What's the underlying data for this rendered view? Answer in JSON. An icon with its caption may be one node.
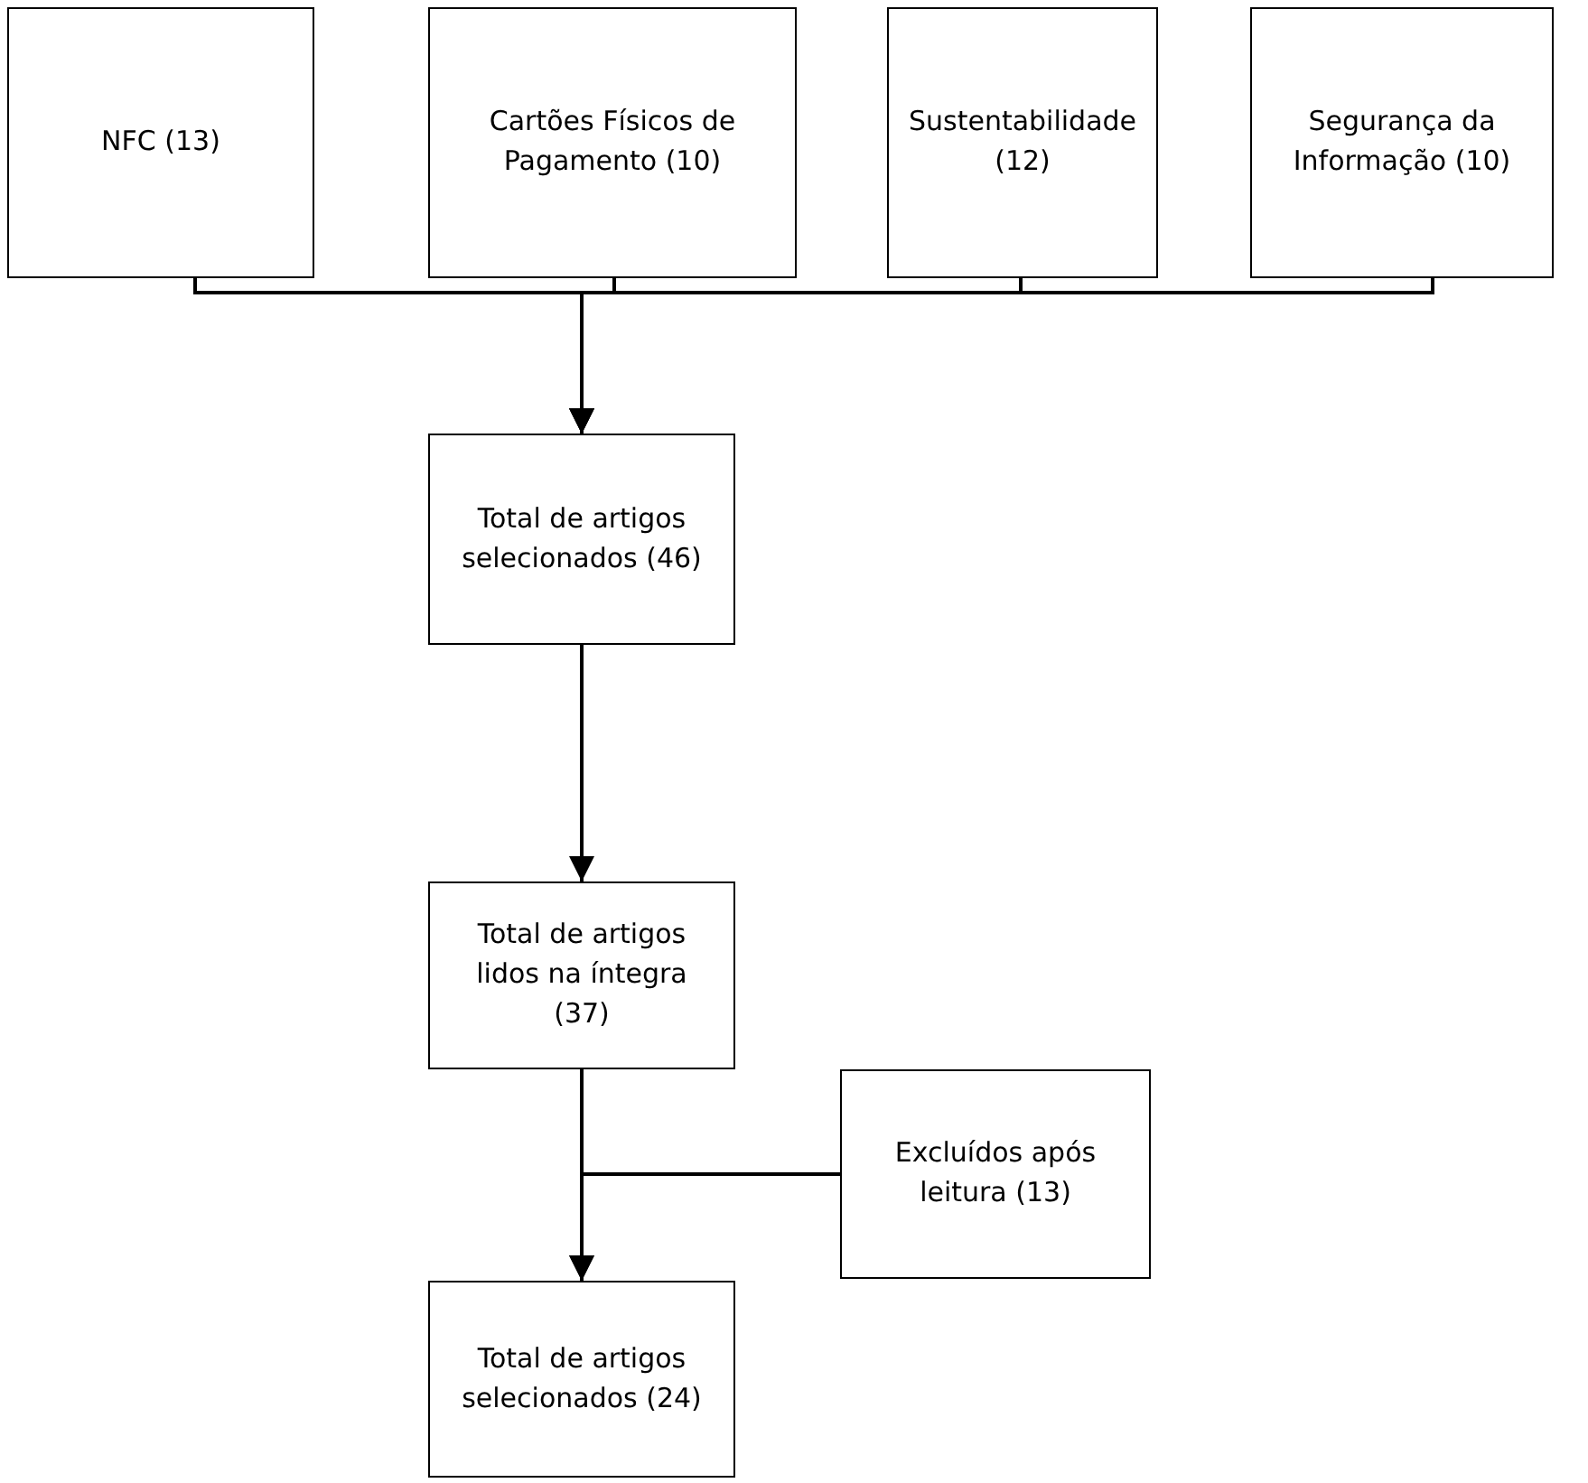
{
  "diagram": {
    "nodes": [
      {
        "text": [
          "NFC (13)"
        ]
      },
      {
        "text": [
          "Cartões Físicos de Pagamento (10)"
        ]
      },
      {
        "text": [
          "Sustentabilidade (12)"
        ]
      },
      {
        "text": [
          "Segurança da Informação (10)"
        ]
      },
      {
        "text": [
          "Total de artigos selecionados (46)"
        ]
      },
      {
        "text": [
          "Total de artigos lidos na íntegra (37)"
        ]
      },
      {
        "text": [
          "Excluídos após leitura (13)"
        ]
      },
      {
        "text": [
          "Total de artigos selecionados (24)"
        ]
      }
    ],
    "edges": [
      {
        "from": 0,
        "to": 4,
        "arrow": "to"
      },
      {
        "from": 1,
        "to": 4,
        "arrow": "to"
      },
      {
        "from": 2,
        "to": 4,
        "arrow": "to"
      },
      {
        "from": 3,
        "to": 4,
        "arrow": "to"
      },
      {
        "from": 4,
        "to": 5,
        "arrow": "to"
      },
      {
        "from": 5,
        "to": 7,
        "arrow": "to"
      },
      {
        "from": 6,
        "to": 7,
        "arrow": "to"
      }
    ]
  }
}
